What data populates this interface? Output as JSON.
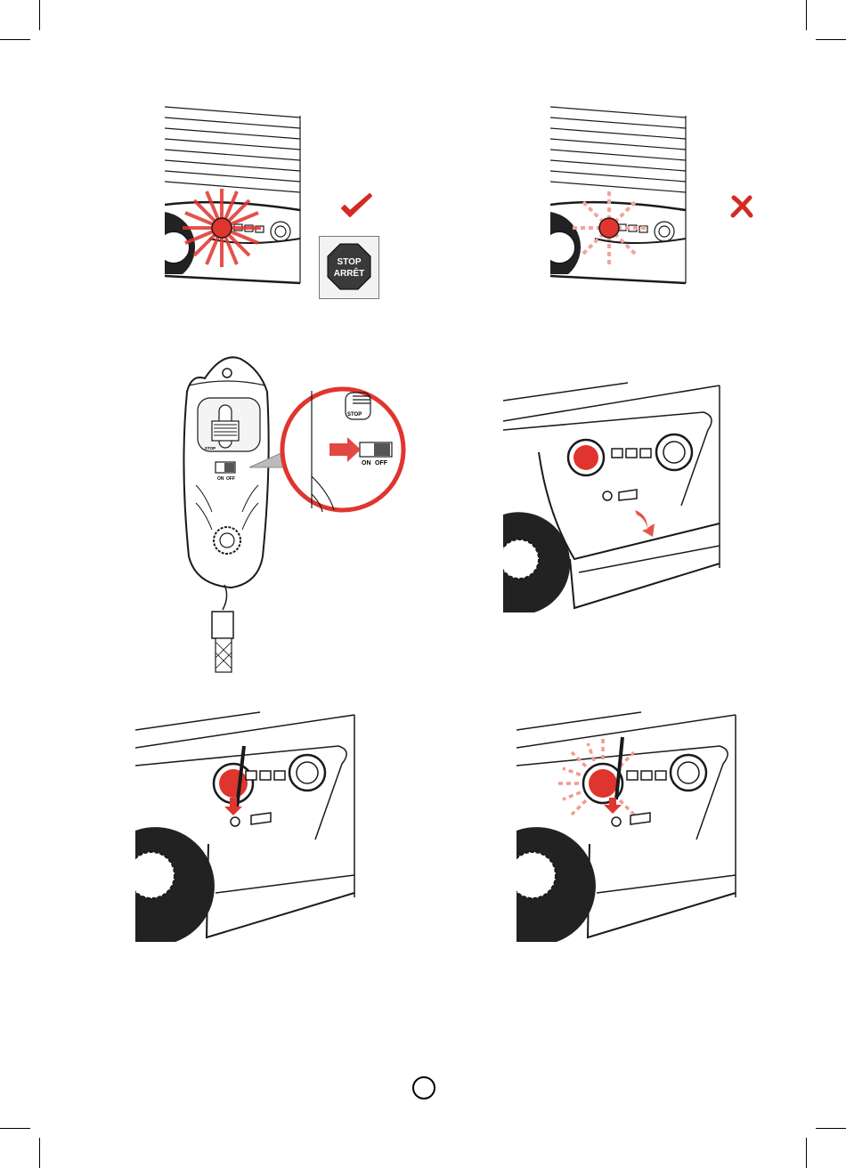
{
  "colors": {
    "light_red": "#e0352e",
    "check": "#d42a22",
    "cross": "#d42a22",
    "stop_sign": "#3a3a3a",
    "line": "#1a1a1a"
  },
  "icons": {
    "correct": "check-mark-icon",
    "wrong": "cross-mark-icon",
    "stop": "stop-sign-icon"
  },
  "stop_sign": {
    "line1": "STOP",
    "line2": "ARRÊT"
  },
  "remote": {
    "slider_label": "STOP",
    "switch_on": "ON",
    "switch_off": "OFF"
  },
  "zoom": {
    "slider_label": "STOP",
    "switch_on": "ON",
    "switch_off": "OFF"
  }
}
